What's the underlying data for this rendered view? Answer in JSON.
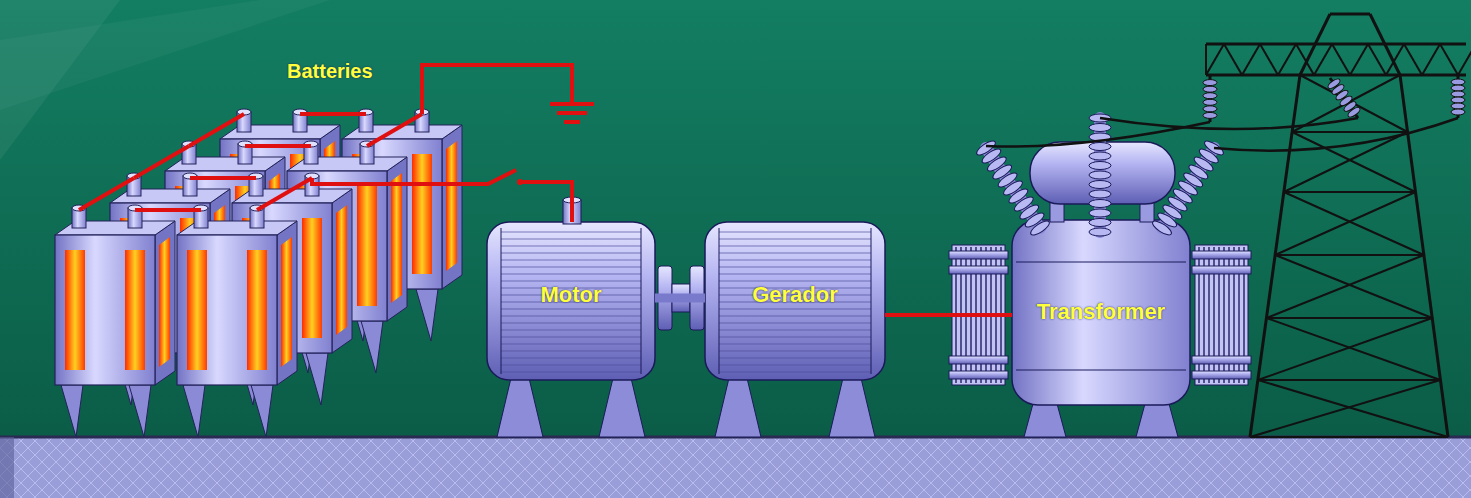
{
  "diagram": {
    "nodes": [
      {
        "text": [
          "Batteries"
        ]
      },
      {
        "text": [
          "Motor"
        ]
      },
      {
        "text": [
          "Gerador"
        ]
      },
      {
        "text": [
          "Transformer"
        ]
      }
    ],
    "edges": [
      {
        "from": 0,
        "to": 1,
        "arrow": "none"
      },
      {
        "from": 1,
        "to": 2,
        "arrow": "none"
      },
      {
        "from": 2,
        "to": 3,
        "arrow": "none"
      }
    ]
  }
}
